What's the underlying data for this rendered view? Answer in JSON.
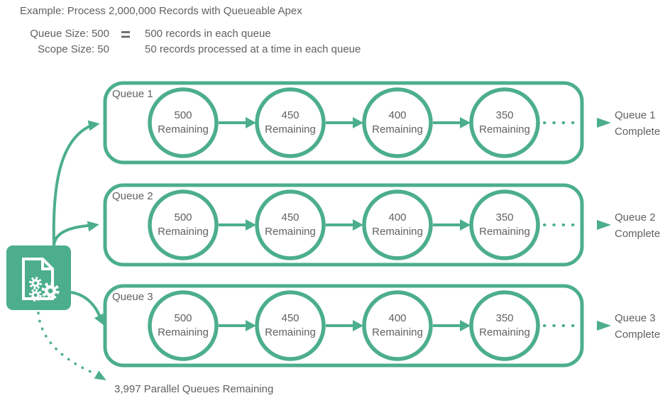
{
  "colors": {
    "green": "#4CAE8C",
    "text": "#616161"
  },
  "header": {
    "title": "Example: Process 2,000,000 Records with Queueable Apex",
    "equation": {
      "left": [
        "Queue Size: 500",
        "Scope Size: 50"
      ],
      "equals": "=",
      "right": [
        "500 records in each queue",
        "50 records processed at a time in each queue"
      ]
    }
  },
  "icons": {
    "source": "document-gears-icon"
  },
  "queues": [
    {
      "label": "Queue 1",
      "stages": [
        {
          "value": "500",
          "label": "Remaining"
        },
        {
          "value": "450",
          "label": "Remaining"
        },
        {
          "value": "400",
          "label": "Remaining"
        },
        {
          "value": "350",
          "label": "Remaining"
        }
      ],
      "complete": [
        "Queue 1",
        "Complete"
      ]
    },
    {
      "label": "Queue 2",
      "stages": [
        {
          "value": "500",
          "label": "Remaining"
        },
        {
          "value": "450",
          "label": "Remaining"
        },
        {
          "value": "400",
          "label": "Remaining"
        },
        {
          "value": "350",
          "label": "Remaining"
        }
      ],
      "complete": [
        "Queue 2",
        "Complete"
      ]
    },
    {
      "label": "Queue 3",
      "stages": [
        {
          "value": "500",
          "label": "Remaining"
        },
        {
          "value": "450",
          "label": "Remaining"
        },
        {
          "value": "400",
          "label": "Remaining"
        },
        {
          "value": "350",
          "label": "Remaining"
        }
      ],
      "complete": [
        "Queue 3",
        "Complete"
      ]
    }
  ],
  "footer": {
    "parallel_remaining": "3,997 Parallel Queues Remaining"
  }
}
